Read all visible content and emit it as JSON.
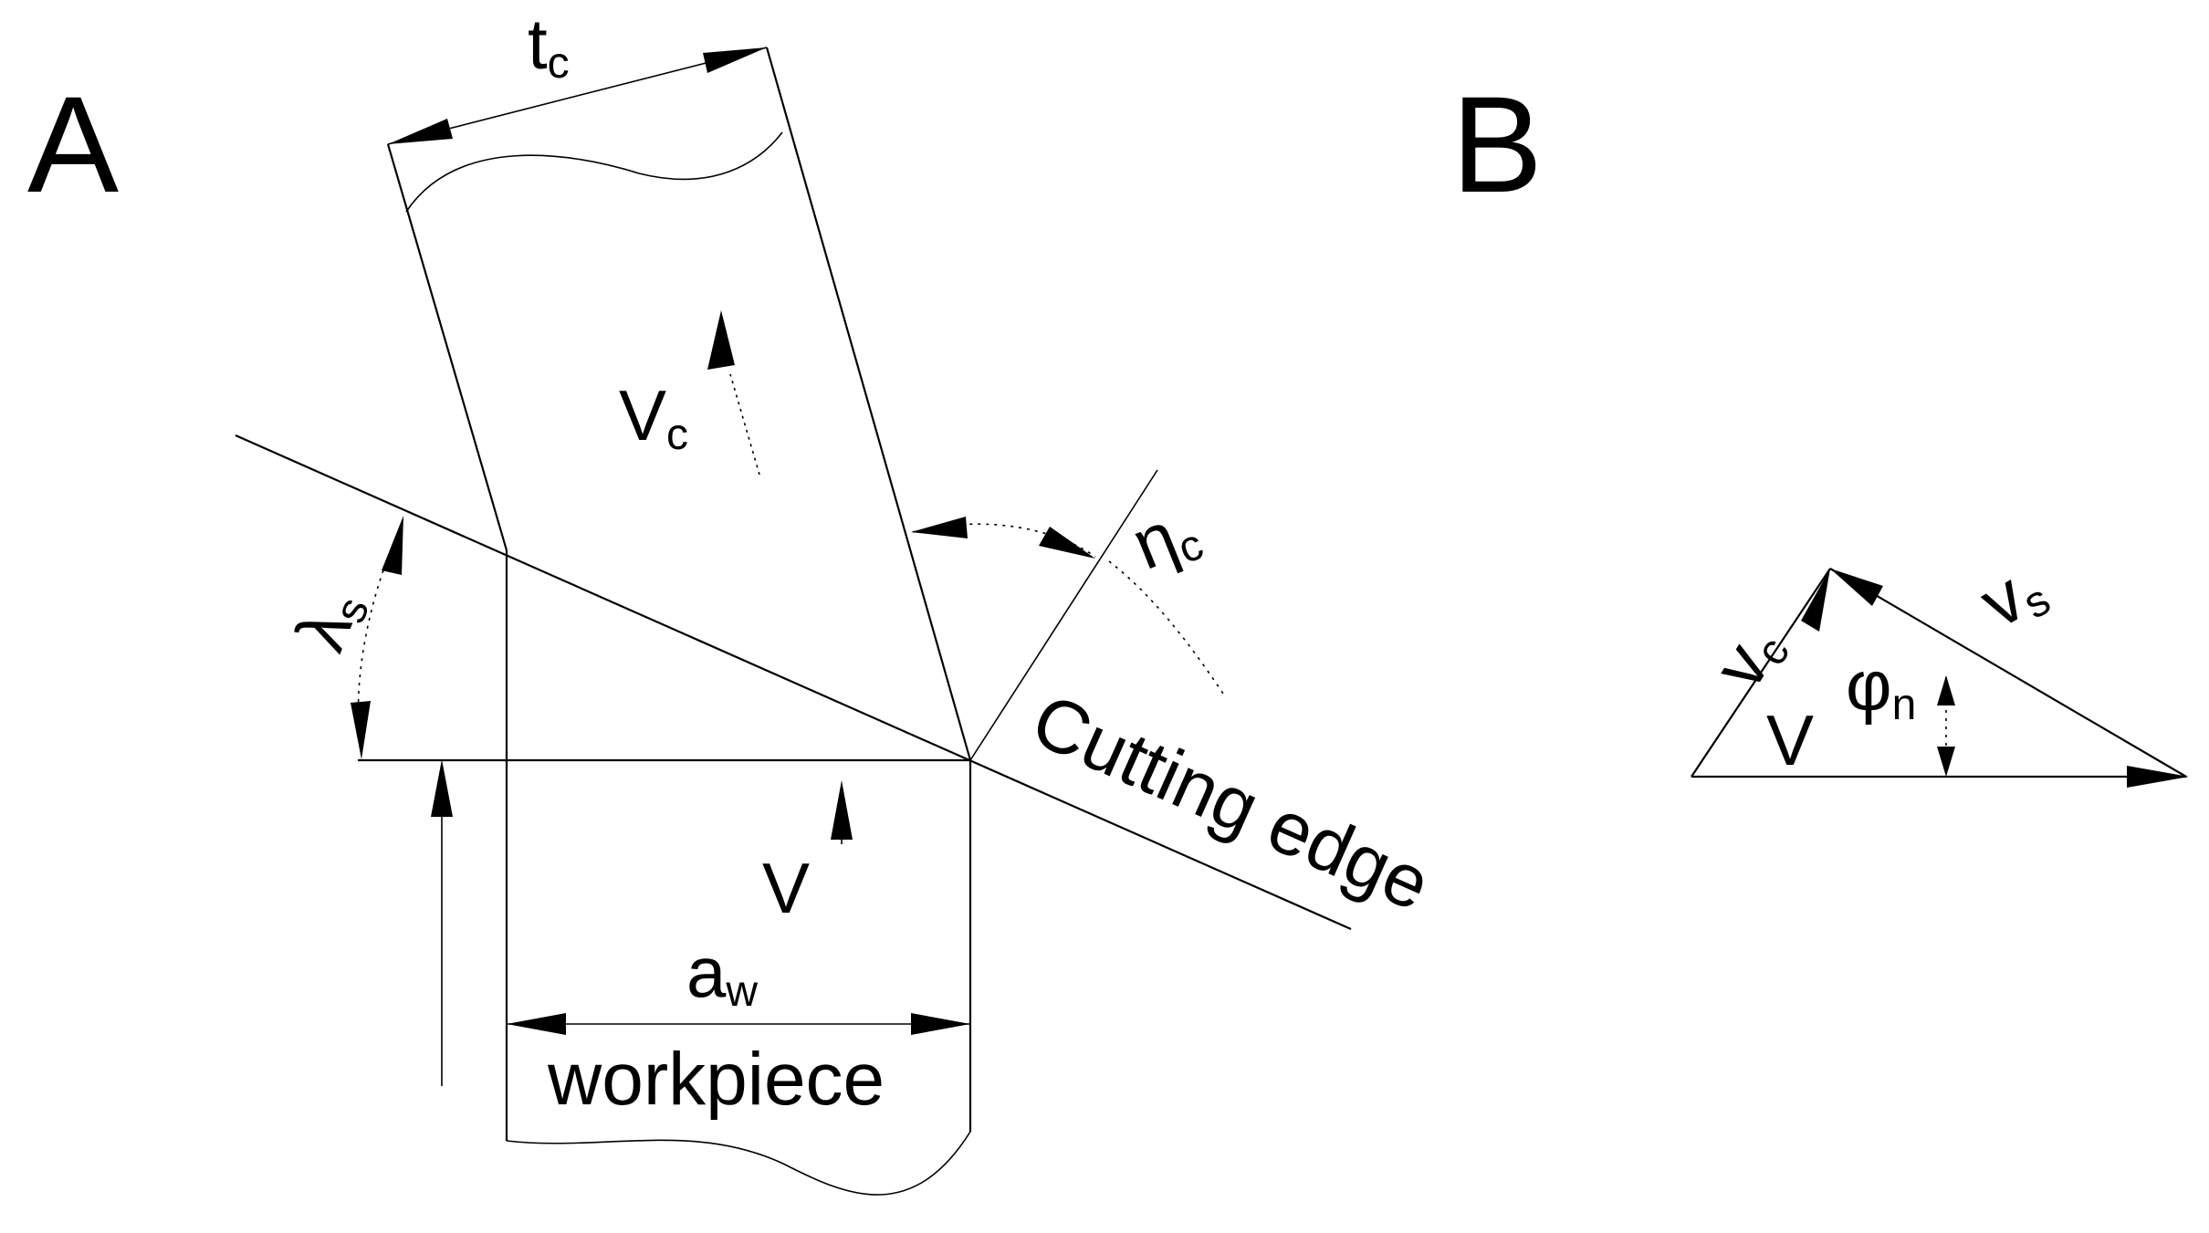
{
  "panels": {
    "a": {
      "label": "A"
    },
    "b": {
      "label": "B"
    }
  },
  "panel_a": {
    "chip_thickness": {
      "main": "t",
      "sub": "c"
    },
    "chip_velocity": {
      "main": "V",
      "sub": "c"
    },
    "chip_flow_angle": {
      "main": "η",
      "sub": "c"
    },
    "inclination_angle": {
      "main": "λ",
      "sub": "s"
    },
    "cutting_velocity": {
      "main": "V"
    },
    "width_of_cut": {
      "main": "a",
      "sub": "w"
    },
    "workpiece_label": "workpiece",
    "cutting_edge_label": "Cutting edge"
  },
  "panel_b": {
    "chip_velocity": {
      "main": "v",
      "sub": "c"
    },
    "shear_velocity": {
      "main": "v",
      "sub": "s"
    },
    "cutting_velocity": {
      "main": "V"
    },
    "shear_angle": {
      "main": "φ",
      "sub": "n"
    }
  }
}
